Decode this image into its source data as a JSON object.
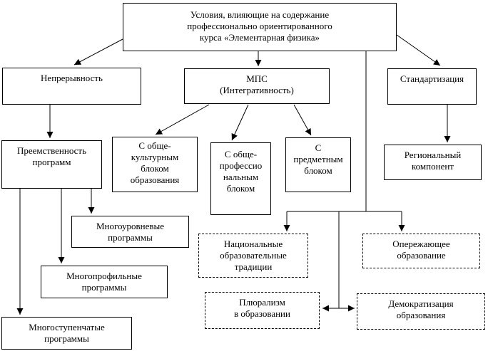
{
  "colors": {
    "stroke": "#000000",
    "text": "#000000",
    "background": "#ffffff"
  },
  "nodes": {
    "root": {
      "label": "Условия, влияющие на содержание\nпрофессионально ориентированного\nкурса «Элементарная физика»"
    },
    "nepreryvnost": {
      "label": "Непрерывность"
    },
    "mps": {
      "label": "МПС\n(Интегративность)"
    },
    "standartizatsiya": {
      "label": "Стандартизация"
    },
    "preemstvennost": {
      "label": "Преемственность\nпрограмм"
    },
    "obshchekulturnym": {
      "label": "С обще-\nкультурным\nблоком\nобразования"
    },
    "obshcheprofessionalnym": {
      "label": "С обще-\nпрофессио\nнальным\nблоком"
    },
    "predmetnym": {
      "label": "С\nпредметным\nблоком"
    },
    "regionalny": {
      "label": "Региональный\nкомпонент"
    },
    "mnogourovnevye": {
      "label": "Многоуровневые\nпрограммы"
    },
    "mnogoprofilnye": {
      "label": "Многопрофильные\nпрограммы"
    },
    "mnogostupenchatye": {
      "label": "Многоступенчатые\nпрограммы"
    },
    "natsionalnye": {
      "label": "Национальные\nобразовательные\nтрадиции"
    },
    "operezhayushchee": {
      "label": "Опережающее\nобразование"
    },
    "plyuralizm": {
      "label": "Плюрализм\nв образовании"
    },
    "demokratizatsiya": {
      "label": "Демократизация\nобразования"
    }
  }
}
